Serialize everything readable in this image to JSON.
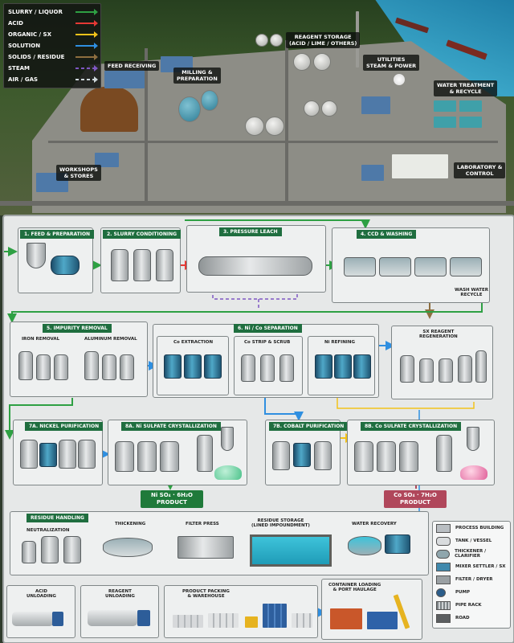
{
  "legend": [
    {
      "label": "SLURRY / LIQUOR",
      "color": "#2ea043"
    },
    {
      "label": "ACID",
      "color": "#e53935"
    },
    {
      "label": "ORGANIC / SX",
      "color": "#f2c21a"
    },
    {
      "label": "SOLUTION",
      "color": "#2f8fe0"
    },
    {
      "label": "SOLIDS / RESIDUE",
      "color": "#8d6e3f"
    },
    {
      "label": "STEAM",
      "color": "#7e57c2"
    },
    {
      "label": "AIR / GAS",
      "color": "#cfd8dc"
    }
  ],
  "aerial_labels": {
    "feed_receiving": "FEED RECEIVING",
    "milling": "MILLING &\nPREPARATION",
    "reagent": "REAGENT STORAGE\n(ACID / LIME / OTHERS)",
    "utilities": "UTILITIES\nSTEAM & POWER",
    "water_treatment": "WATER TREATMENT\n& RECYCLE",
    "workshops": "WORKSHOPS\n& STORES",
    "laboratory": "LABORATORY &\nCONTROL"
  },
  "sections": {
    "s1": "1. FEED & PREPARATION",
    "s2": "2. SLURRY CONDITIONING",
    "s3": "3. PRESSURE LEACH",
    "s4": "4. CCD & WASHING",
    "s5": "5. IMPURITY REMOVAL",
    "s6": "6. Ni / Co SEPARATION",
    "s7a": "7A. NICKEL PURIFICATION",
    "s8a": "8A. Ni SULFATE CRYSTALLIZATION",
    "s7b": "7B. COBALT PURIFICATION",
    "s8b": "8B. Co SULFATE CRYSTALLIZATION",
    "residue": "RESIDUE HANDLING"
  },
  "sub_labels": {
    "wash_water": "WASH WATER\nRECYCLE",
    "iron_removal": "IRON REMOVAL",
    "aluminum_removal": "ALUMINUM REMOVAL",
    "co_extraction": "Co EXTRACTION",
    "co_strip": "Co STRIP & SCRUB",
    "ni_refining": "Ni REFINING",
    "sx_regen": "SX REAGENT\nREGENERATION",
    "neutralization": "NEUTRALIZATION",
    "thickening": "THICKENING",
    "filter_press": "FILTER PRESS",
    "residue_storage": "RESIDUE STORAGE\n(LINED IMPOUNDMENT)",
    "water_recovery": "WATER RECOVERY",
    "acid_unloading": "ACID\nUNLOADING",
    "reagent_unloading": "REAGENT\nUNLOADING",
    "packing": "PRODUCT PACKING\n& WAREHOUSE",
    "container": "CONTAINER LOADING\n& PORT HAULAGE"
  },
  "products": {
    "ni_formula": "Ni SO₄ · 6H₂O",
    "co_formula": "Co SO₄ · 7H₂O",
    "product_word": "PRODUCT",
    "ni_color": "#1f7a3a",
    "co_color": "#b0475b"
  },
  "symbol_legend": [
    {
      "label": "PROCESS BUILDING",
      "color": "#b9bec2"
    },
    {
      "label": "TANK / VESSEL",
      "color": "#d9dcde"
    },
    {
      "label": "THICKENER / CLARIFIER",
      "color": "#8fa6ad"
    },
    {
      "label": "MIXER SETTLER / SX",
      "color": "#3f89ad"
    },
    {
      "label": "FILTER / DRYER",
      "color": "#9aa0a3"
    },
    {
      "label": "PUMP",
      "color": "#2b5d8a"
    },
    {
      "label": "PIPE RACK",
      "color": "#7c8386"
    },
    {
      "label": "ROAD",
      "color": "#5b5e60"
    }
  ]
}
